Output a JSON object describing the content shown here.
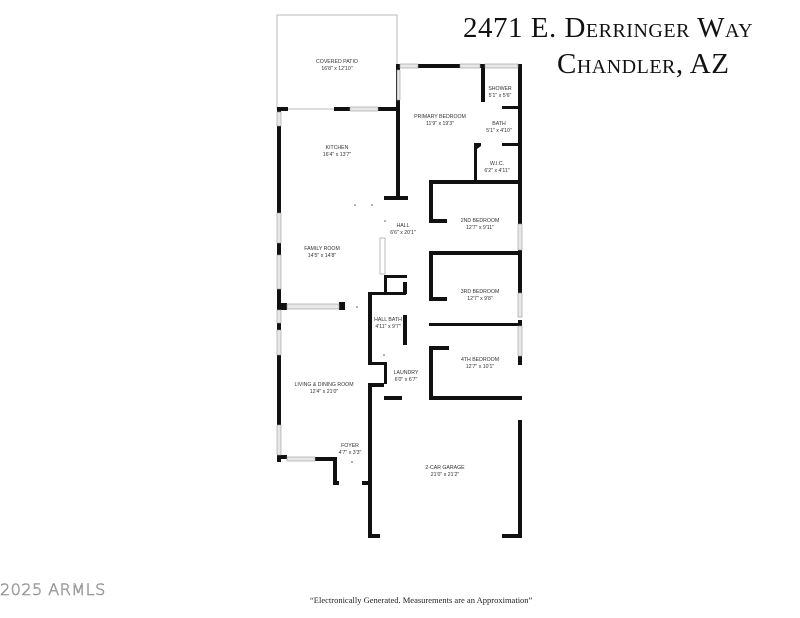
{
  "header": {
    "address_line1": "2471 E. Derringer Way",
    "address_line2": "Chandler, AZ"
  },
  "rooms": {
    "covered_patio": {
      "name": "COVERED PATIO",
      "dims": "16'8\" x 12'10\""
    },
    "primary_bedroom": {
      "name": "PRIMARY BEDROOM",
      "dims": "11'9\" x 19'3\""
    },
    "shower": {
      "name": "SHOWER",
      "dims": "5'1\" x 5'6\""
    },
    "bath": {
      "name": "BATH",
      "dims": "5'1\" x 4'10\""
    },
    "wic": {
      "name": "W.I.C.",
      "dims": "6'2\" x 4'11\""
    },
    "kitchen": {
      "name": "KITCHEN",
      "dims": "16'4\" x 13'7\""
    },
    "hall": {
      "name": "HALL",
      "dims": "6'6\" x 20'1\""
    },
    "second_bedroom": {
      "name": "2ND BEDROOM",
      "dims": "12'7\" x 9'11\""
    },
    "family_room": {
      "name": "FAMILY ROOM",
      "dims": "14'5\" x 14'8\""
    },
    "third_bedroom": {
      "name": "3RD BEDROOM",
      "dims": "12'7\" x 9'8\""
    },
    "hall_bath": {
      "name": "HALL BATH",
      "dims": "4'11\" x 9'7\""
    },
    "fourth_bedroom": {
      "name": "4TH BEDROOM",
      "dims": "12'7\" x 10'1\""
    },
    "laundry": {
      "name": "LAUNDRY",
      "dims": "6'0\" x 6'7\""
    },
    "living_dining": {
      "name": "LIVING & DINING ROOM",
      "dims": "12'4\" x 21'0\""
    },
    "foyer": {
      "name": "FOYER",
      "dims": "4'7\" x 3'3\""
    },
    "garage": {
      "name": "2-CAR GARAGE",
      "dims": "21'0\" x 21'2\""
    }
  },
  "footer": {
    "copyright": "2025 ARMLS",
    "disclaimer": "“Electronically Generated.  Measurements are an Approximation”"
  },
  "colors": {
    "wall": "#111111",
    "window": "#e8e8e8",
    "patio_outline": "#b9b9b9"
  }
}
